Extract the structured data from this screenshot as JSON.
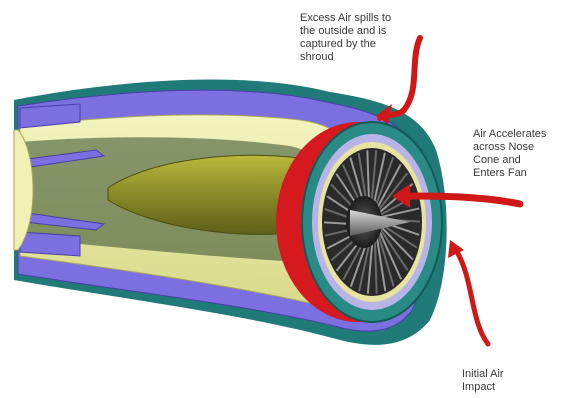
{
  "callouts": {
    "excess_air": {
      "lines": [
        "Excess Air spills to",
        "the outside and is",
        "captured by the",
        "shroud"
      ]
    },
    "nose_cone": {
      "lines": [
        "Air Accelerates",
        "across Nose",
        "Cone and",
        "Enters Fan"
      ]
    },
    "initial_air": {
      "lines": [
        "Initial Air",
        "Impact"
      ]
    }
  },
  "colors": {
    "shroud_teal": "#1f7a78",
    "duct_blue": "#7c6fe0",
    "liner_yellow": "#ecec9e",
    "core_olive": "#8a8a2a",
    "fan_red": "#d6181f",
    "arrow_red": "#d01818",
    "fan_blades": "#3c3c3c",
    "spinner_grey": "#8a8a8a"
  },
  "icons": [
    "airflow-arrow-icon",
    "fan-blade-icon",
    "spinner-cone-icon"
  ]
}
